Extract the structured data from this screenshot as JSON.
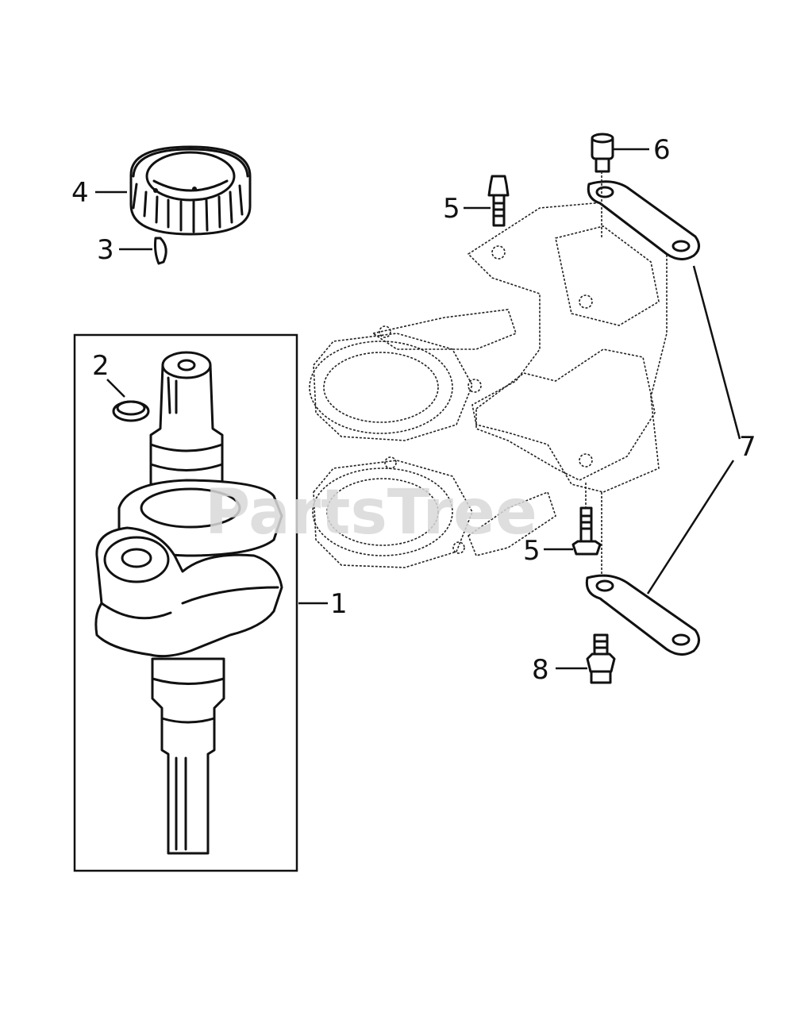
{
  "watermark": "PartsTree",
  "callouts": {
    "c1": "1",
    "c2": "2",
    "c3": "3",
    "c4": "4",
    "c5a": "5",
    "c5b": "5",
    "c6": "6",
    "c7": "7",
    "c8": "8"
  },
  "parts": [
    {
      "ref": "1",
      "name": "crankshaft"
    },
    {
      "ref": "2",
      "name": "seal ring"
    },
    {
      "ref": "3",
      "name": "woodruff key"
    },
    {
      "ref": "4",
      "name": "crank gear"
    },
    {
      "ref": "5",
      "name": "bolt"
    },
    {
      "ref": "6",
      "name": "socket head screw"
    },
    {
      "ref": "7",
      "name": "link plate"
    },
    {
      "ref": "8",
      "name": "flange bolt"
    }
  ]
}
